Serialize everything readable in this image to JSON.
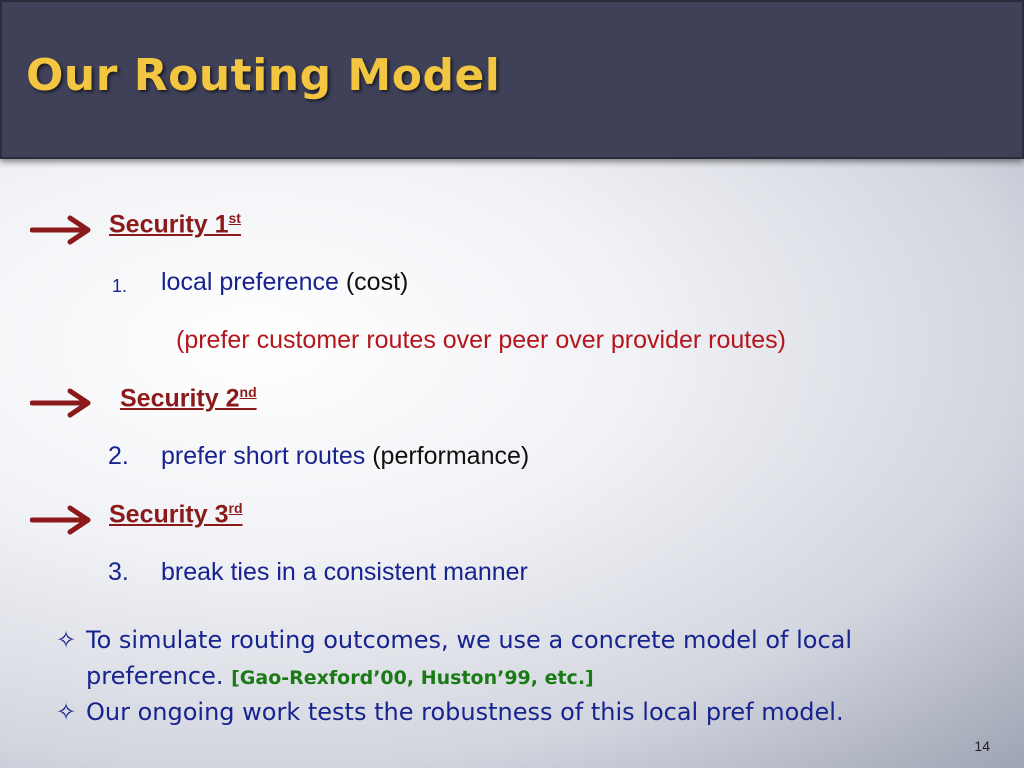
{
  "title": "Our Routing Model",
  "sections": [
    {
      "label": "Security 1",
      "sup": "st"
    },
    {
      "label": "Security 2",
      "sup": "nd"
    },
    {
      "label": "Security 3",
      "sup": "rd"
    }
  ],
  "items": [
    {
      "number": "1.",
      "text_blue": "local preference",
      "text_black": "(cost)"
    },
    {
      "number": "2.",
      "text_blue": "prefer short routes",
      "text_black": "(performance)"
    },
    {
      "number": "3.",
      "text_blue": "break ties in a consistent manner",
      "text_black": ""
    }
  ],
  "item1_note": "(prefer customer routes over peer over provider routes)",
  "bullets": [
    {
      "icon": "star-outline-icon",
      "text": "To simulate routing outcomes, we use a concrete model of local preference.",
      "citation": "[Gao-Rexford’00, Huston’99, etc.]"
    },
    {
      "icon": "star-outline-icon",
      "text": "Our ongoing work tests the robustness of this local pref model.",
      "citation": ""
    }
  ],
  "slide_number": "14",
  "colors": {
    "title": "#f2c640",
    "title_bar": "#3f4159",
    "security": "#8b1a1a",
    "item": "#17238f",
    "note": "#b3161c",
    "citation": "#1a7a16"
  }
}
